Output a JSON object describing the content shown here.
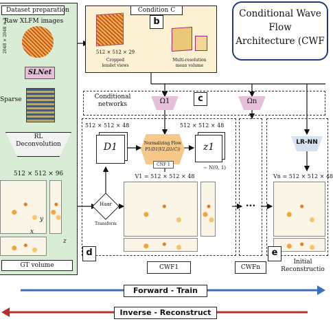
{
  "dataset": {
    "title": "Dataset preparation",
    "raw_label": "Raw XLFM images",
    "raw_dims": "2048 × 2048 × 3",
    "slnet": "SLNet",
    "sparse_label": "Sparse",
    "rl_label": "RL\nDeconvolution",
    "rl_line1": "RL",
    "rl_line2": "Deconvolution",
    "gt_dims": "512 × 512 × 96",
    "gt_label": "GT volume",
    "axis_y": "y",
    "axis_x": "x",
    "axis_z": "z"
  },
  "condition": {
    "title": "Condition C",
    "badge": "b",
    "crop_dims": "512 × 512 × 29",
    "crop_label_1": "Cropped",
    "crop_label_2": "lenslet views",
    "mean_label_1": "Multi-resolution",
    "mean_label_2": "mean volume"
  },
  "title": {
    "line1": "Conditional Wave",
    "line2": "Flow",
    "line3": "Architecture (CWF"
  },
  "cond_networks": {
    "label_1": "Conditional",
    "label_2": "networks",
    "badge": "c",
    "omega_1": "Ω1",
    "omega_n": "Ωn"
  },
  "cwf1": {
    "dims_left": "512 × 512 × 48",
    "dims_right": "512 × 512 × 48",
    "d1": "D1",
    "z1": "z1",
    "nf_line1": "Normalizing Flow",
    "nf_line2": "P1(D1|V2,Ω1(C))",
    "cnf": "CNF 1",
    "noise": "∼ N(0, 1)",
    "haar_1": "Haar",
    "haar_2": "Transform",
    "v1": "V1 = 512 × 512 × 48",
    "badge": "d",
    "label": "CWF1"
  },
  "cwfn": {
    "ellipsis": "...",
    "label": "CWFn"
  },
  "lrnn": {
    "name": "LR-NN",
    "vn": "Vn = 512 × 512 × 48",
    "badge": "e",
    "label_1": "Initial",
    "label_2": "Reconstructio"
  },
  "arrows": {
    "forward": "Forward - Train",
    "inverse": "Inverse - Reconstruct"
  },
  "colors": {
    "panel_green": "#d9ecd5",
    "panel_yellow": "#fdf1d4",
    "forward_blue": "#3a6fb5",
    "inverse_red": "#b5332e",
    "title_border": "#1d3c78",
    "slnet_pink": "#e6c0d8",
    "nf_orange": "#f6c98a"
  }
}
